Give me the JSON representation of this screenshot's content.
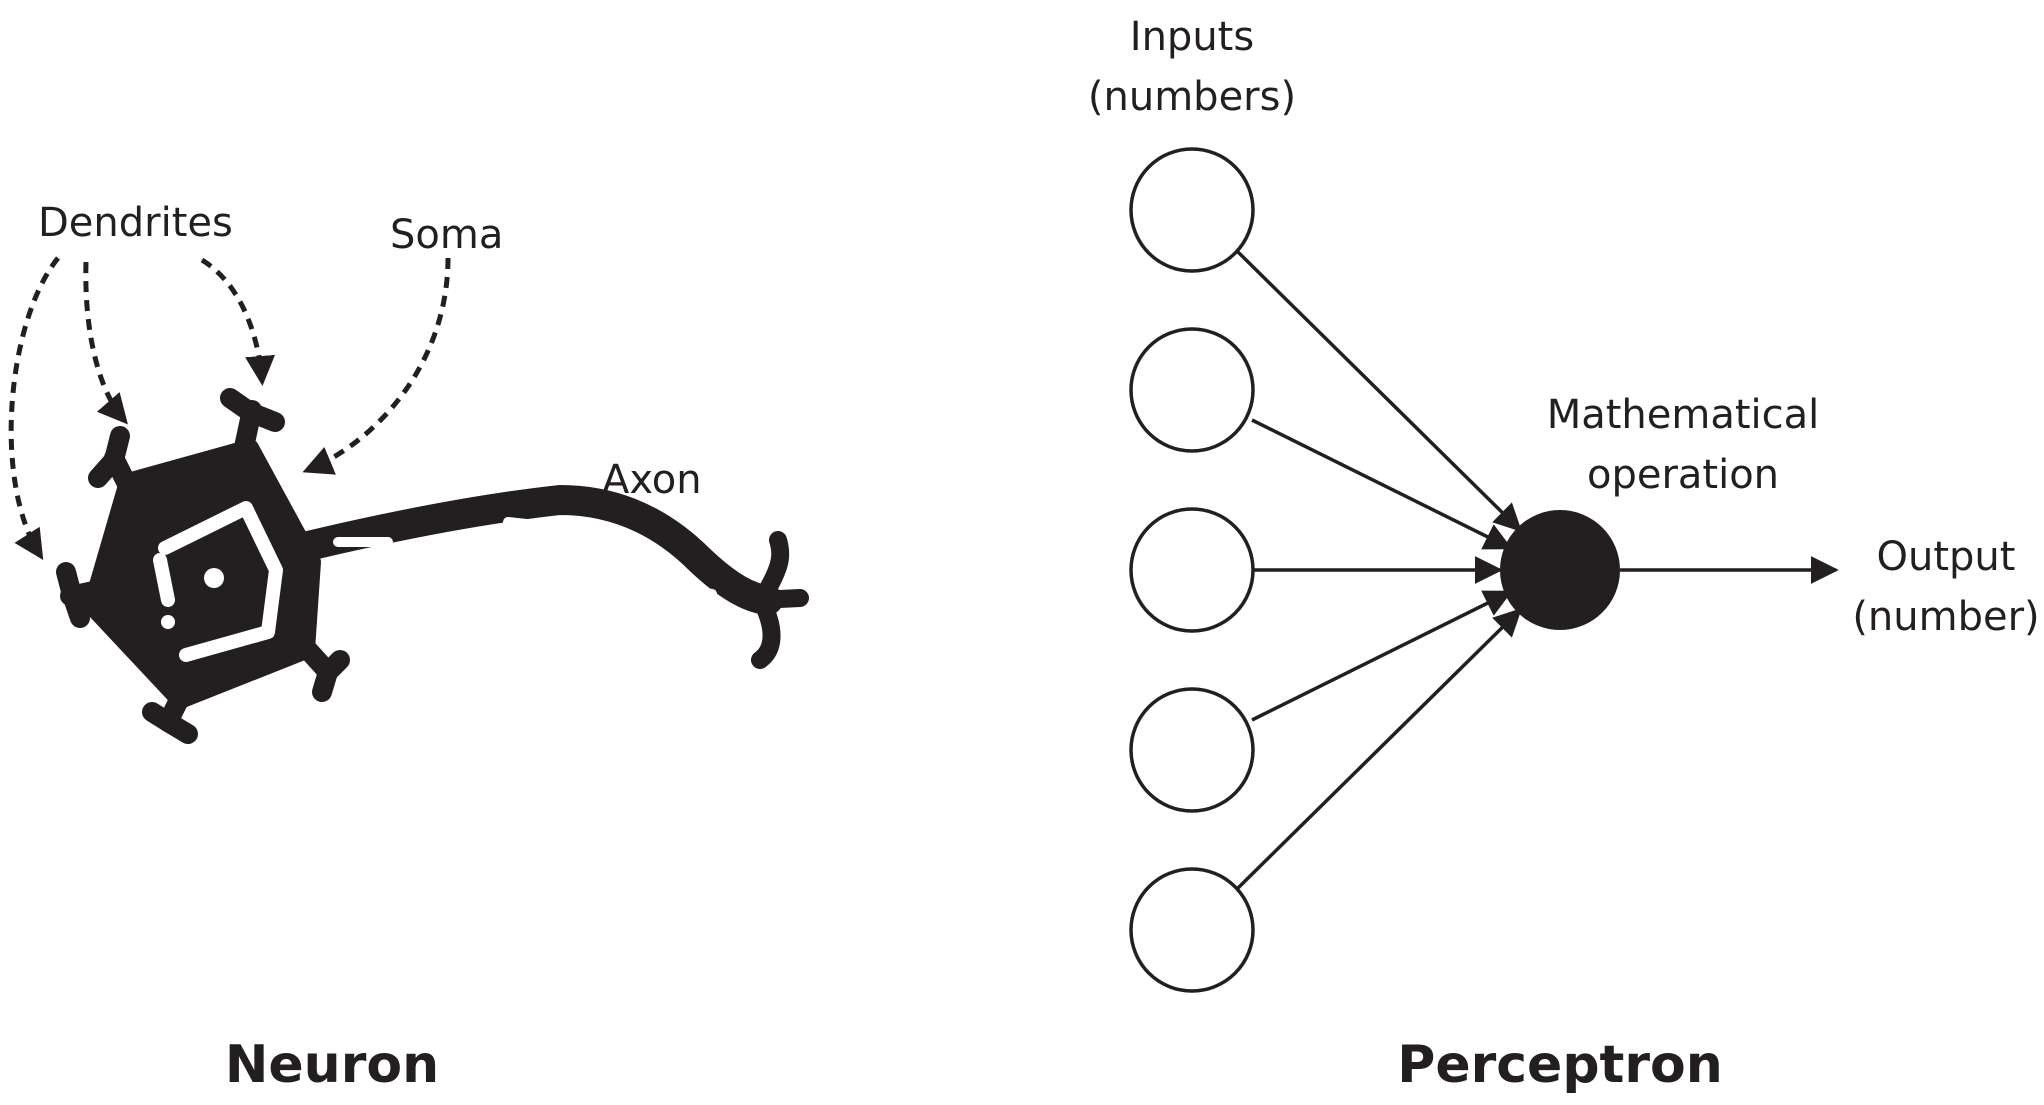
{
  "neuron": {
    "labels": {
      "dendrites": "Dendrites",
      "soma": "Soma",
      "axon": "Axon"
    },
    "caption": "Neuron"
  },
  "perceptron": {
    "inputs_label": [
      "Inputs",
      "(numbers)"
    ],
    "operation_label": [
      "Mathematical",
      "operation"
    ],
    "output_label": [
      "Output",
      "(number)"
    ],
    "input_count": 5,
    "caption": "Perceptron"
  },
  "colors": {
    "ink": "#231f20",
    "background": "#ffffff"
  }
}
